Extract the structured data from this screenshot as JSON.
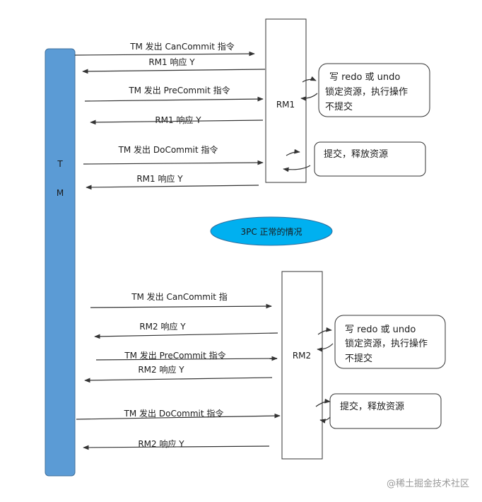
{
  "tm": {
    "label_top": "T",
    "label_bottom": "M",
    "color": "#5b9bd5"
  },
  "rm1": {
    "label": "RM1",
    "messages": [
      "TM 发出 CanCommit 指令",
      "RM1 响应 Y",
      "TM 发出 PreCommit 指令",
      "RM1 响应 Y",
      "TM  发出 DoCommit 指令",
      "RM1 响应 Y"
    ],
    "note1": [
      "写 redo 或 undo",
      "锁定资源，执行操作",
      "不提交"
    ],
    "note2": "提交，释放资源"
  },
  "center_ellipse": {
    "label": "3PC 正常的情况",
    "color": "#00b0f0"
  },
  "rm2": {
    "label": "RM2",
    "messages": [
      "TM 发出 CanCommit 指",
      "RM2 响应 Y",
      "TM 发出 PreCommit 指令",
      "RM2 响应 Y",
      "TM  发出 DoCommit 指令",
      "RM2 响应 Y"
    ],
    "note1": [
      "写 redo 或 undo",
      "锁定资源，执行操作",
      "不提交"
    ],
    "note2": "提交，释放资源"
  },
  "watermark": "@稀土掘金技术社区"
}
